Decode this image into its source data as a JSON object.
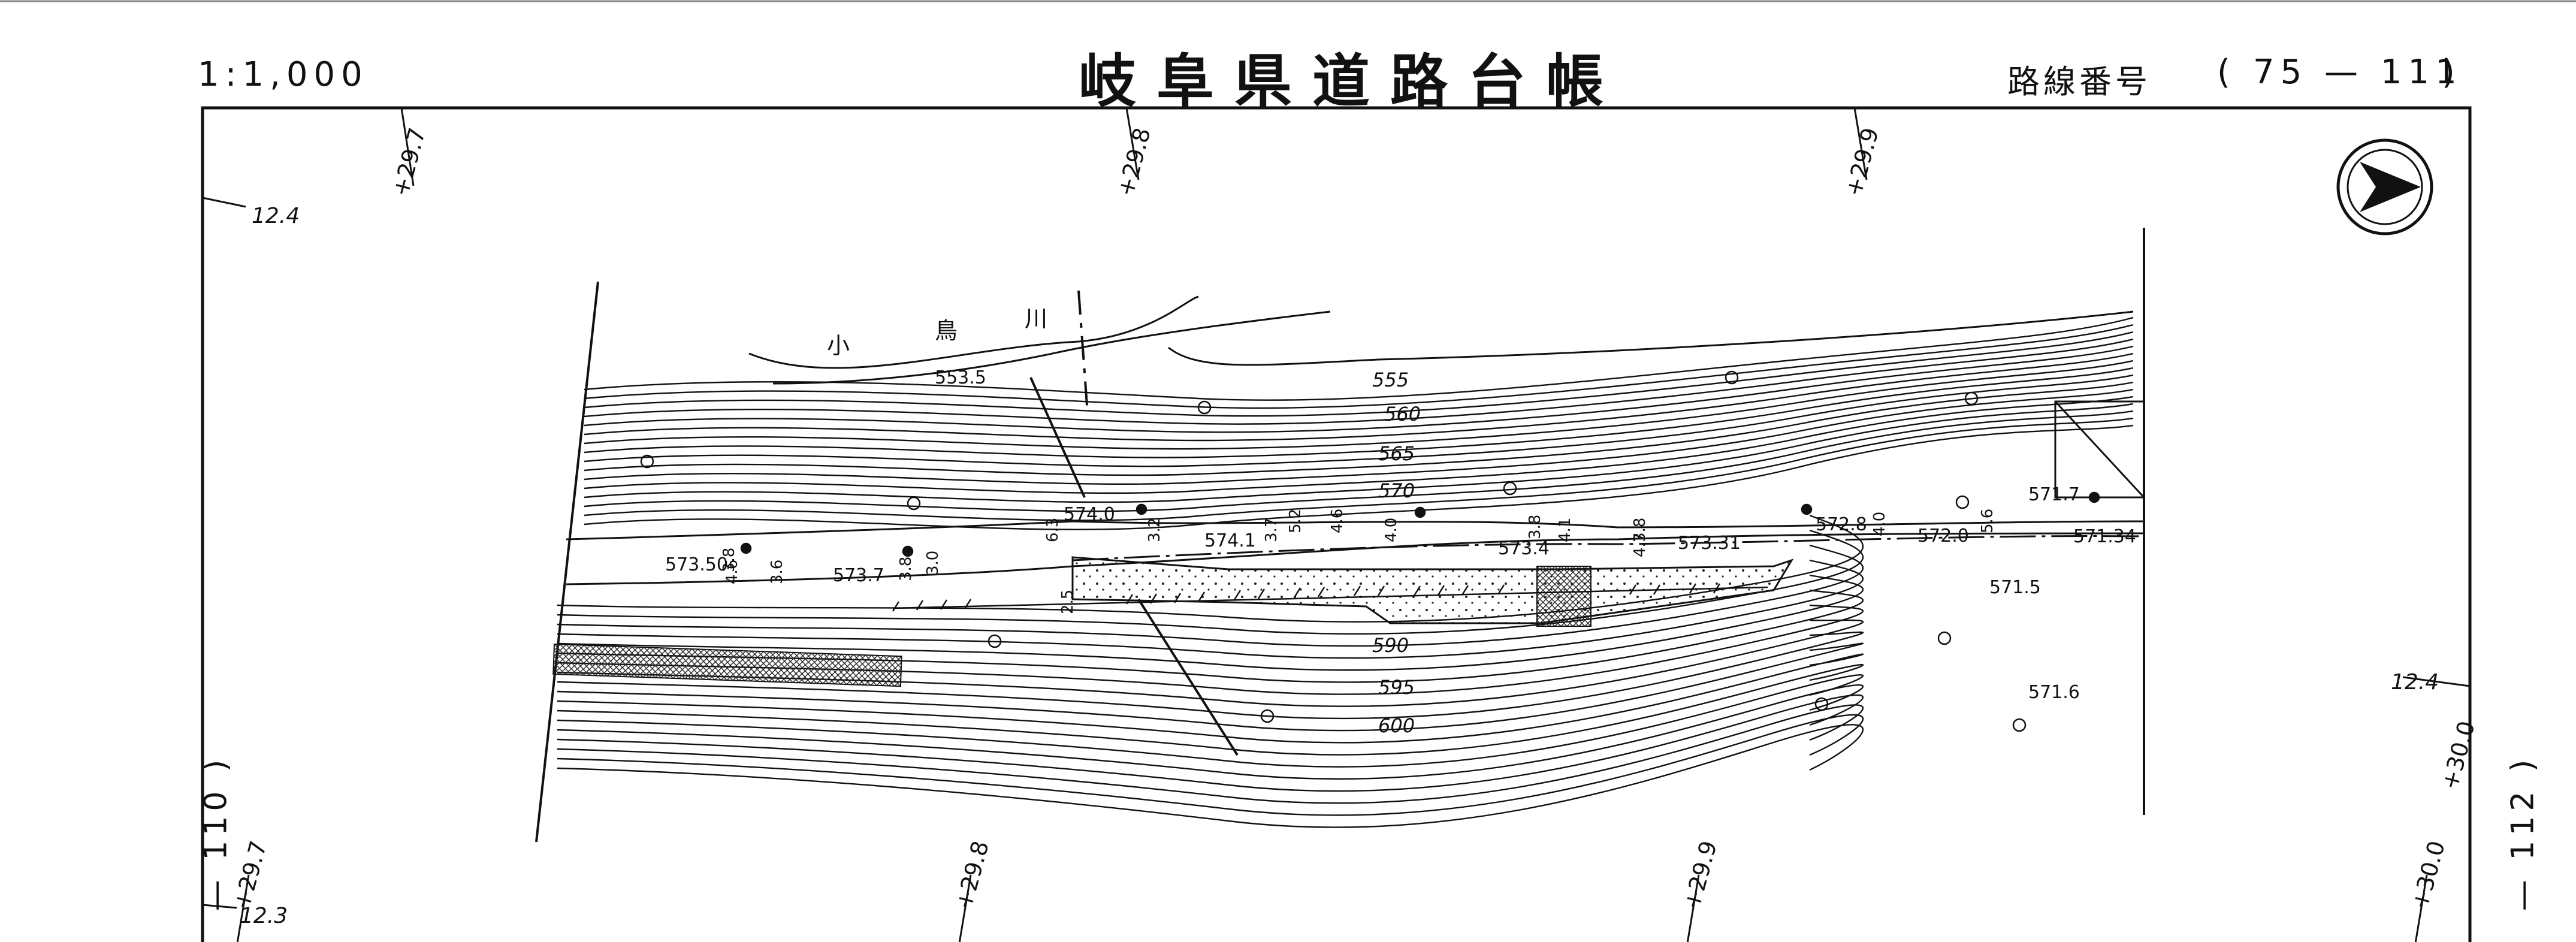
{
  "sheet": {
    "scale": "1:1,000",
    "title": "岐阜県道路台帳",
    "route_label": "路線番号",
    "route_number": "75 — 111",
    "adjacent_left": "110",
    "adjacent_right": "112"
  },
  "station_marks": {
    "top": [
      "+29.7",
      "+29.8",
      "+29.9"
    ],
    "bottom": [
      "+29.7",
      "+29.8",
      "+29.9",
      "+30.0"
    ],
    "right": "+30.0"
  },
  "edge_labels": {
    "top_left": "12.4",
    "bottom_left": "12.3",
    "right": "12.4"
  },
  "river": {
    "name": [
      "小",
      "鳥",
      "川"
    ]
  },
  "contours": [
    "555",
    "560",
    "565",
    "570",
    "590",
    "595",
    "600"
  ],
  "spot_heights": [
    "553.5",
    "574.0",
    "574.1",
    "573.50",
    "573.7",
    "573.4",
    "573.31",
    "572.8",
    "572.0",
    "571.34",
    "571.7",
    "571.5",
    "571.6"
  ],
  "road_widths": [
    "4.6",
    "3.8",
    "3.6",
    "3.8",
    "3.0",
    "6.3",
    "3.2",
    "3.7",
    "5.2",
    "4.6",
    "4.0",
    "3.8",
    "4.1",
    "3.8",
    "4.7",
    "4.0",
    "5.6",
    "2.5"
  ],
  "icons": {
    "north_arrow": "north-arrow-icon"
  }
}
